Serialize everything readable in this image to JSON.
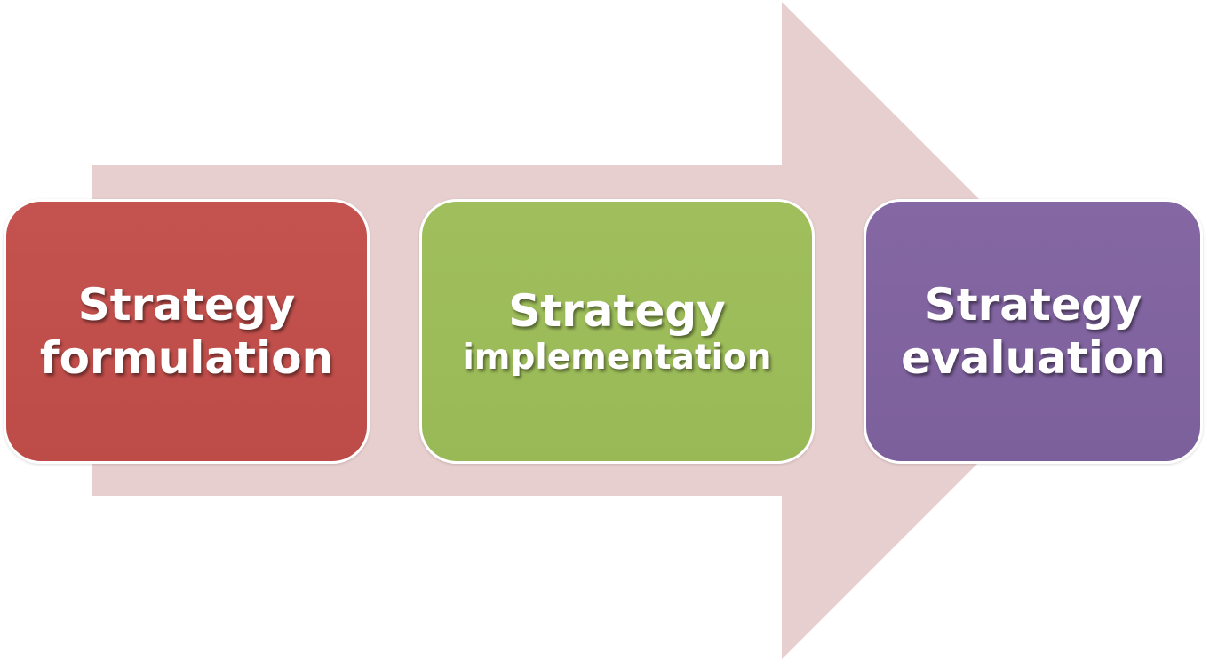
{
  "diagram": {
    "arrow_color": "#e8cfcf",
    "steps": [
      {
        "line1": "Strategy",
        "line2": "formulation",
        "color": "#c0504d"
      },
      {
        "line1": "Strategy",
        "line2": "implementation",
        "color": "#9bbb59"
      },
      {
        "line1": "Strategy",
        "line2": "evaluation",
        "color": "#8064a2"
      }
    ]
  }
}
